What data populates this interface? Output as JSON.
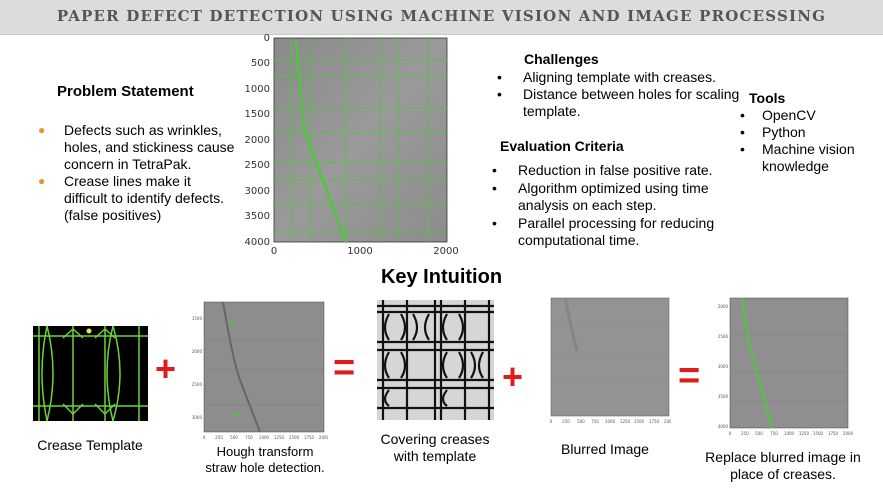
{
  "header": {
    "title": "PAPER DEFECT DETECTION USING MACHINE VISION AND IMAGE PROCESSING"
  },
  "problem": {
    "title": "Problem Statement",
    "bullets": [
      "Defects such as wrinkles, holes, and stickiness cause concern in TetraPak.",
      "Crease lines make it difficult to identify defects. (false positives)"
    ]
  },
  "main_plot": {
    "y_ticks": [
      "0",
      "500",
      "1000",
      "1500",
      "2000",
      "2500",
      "3000",
      "3500",
      "4000"
    ],
    "x_ticks": [
      "0",
      "1000",
      "2000"
    ]
  },
  "challenges": {
    "title": "Challenges",
    "bullets": [
      "Aligning template with creases.",
      "Distance between holes for scaling template."
    ]
  },
  "evaluation": {
    "title": "Evaluation Criteria",
    "bullets": [
      "Reduction in false positive rate.",
      "Algorithm optimized using time analysis on each step.",
      "Parallel processing for reducing computational time."
    ]
  },
  "tools": {
    "title": "Tools",
    "items": [
      "OpenCV",
      "Python",
      "Machine vision knowledge"
    ]
  },
  "key_intuition": {
    "title": "Key Intuition",
    "operators": {
      "plus": "+",
      "equals": "="
    },
    "captions": {
      "crease_template": "Crease Template",
      "hough_line1": "Hough transform",
      "hough_line2": "straw hole detection.",
      "covering_line1": "Covering creases",
      "covering_line2": "with template",
      "blurred": "Blurred Image",
      "replace_line1": "Replace blurred image in",
      "replace_line2": "place of creases."
    },
    "hough_ticks_y": [
      "1500",
      "2000",
      "2500",
      "3000"
    ],
    "final_ticks_y": [
      "2000",
      "2500",
      "3000",
      "3500",
      "4000"
    ],
    "small_ticks_x": [
      "0",
      "250",
      "500",
      "750",
      "1000",
      "1250",
      "1500",
      "1750",
      "2000"
    ]
  },
  "colors": {
    "accent_green": "#4cc83a",
    "operator_red": "#e01b1b",
    "bullet_orange": "#e69a2e",
    "header_bg": "#dcdcdc"
  }
}
